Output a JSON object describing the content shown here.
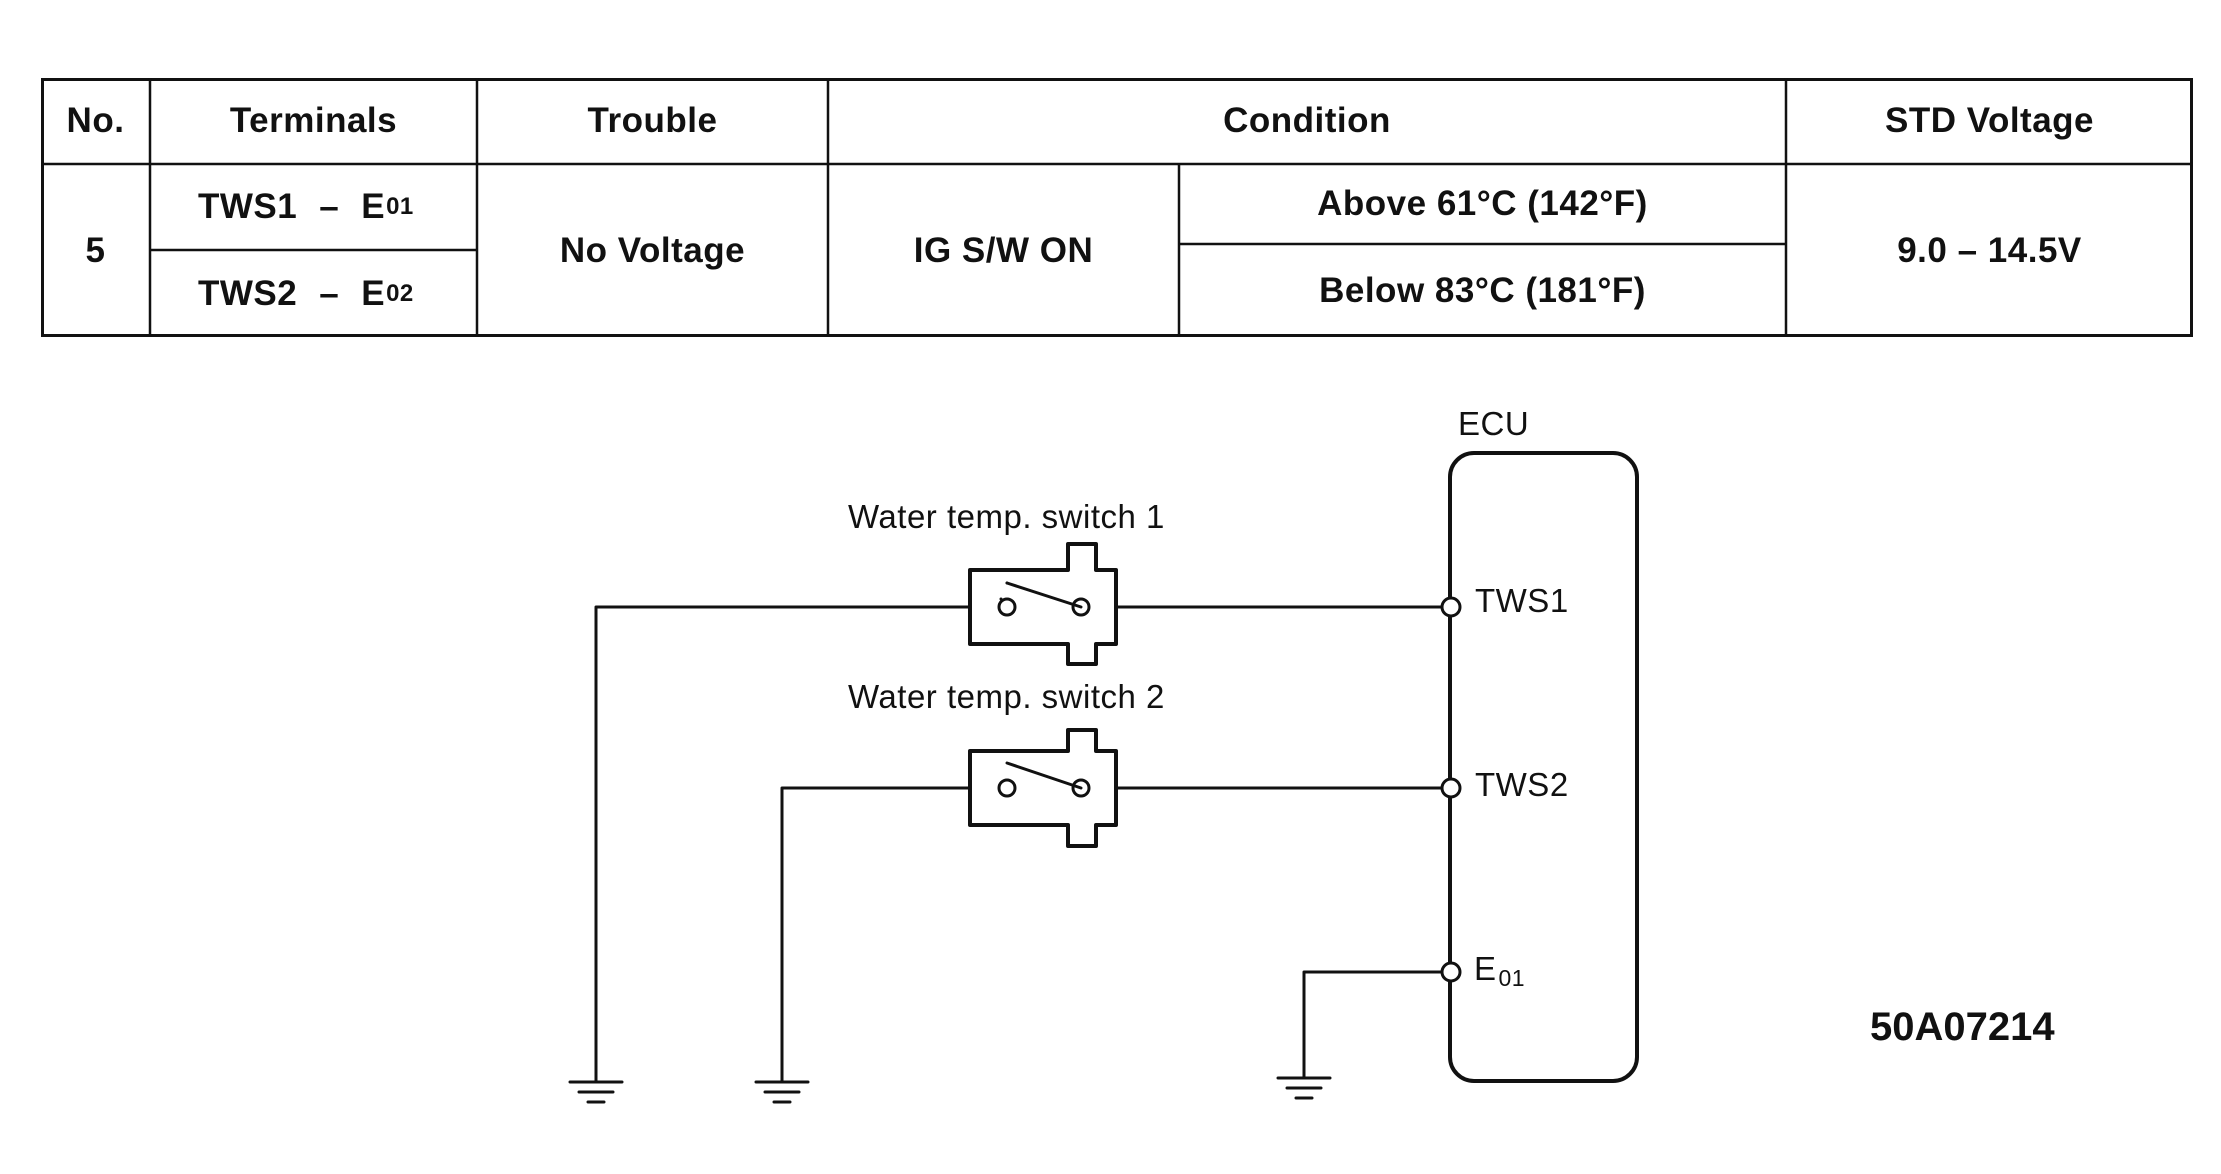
{
  "table": {
    "headers": {
      "no": "No.",
      "terminals": "Terminals",
      "trouble": "Trouble",
      "condition": "Condition",
      "std_voltage": "STD Voltage"
    },
    "row": {
      "no": "5",
      "terminal_1": {
        "name": "TWS1",
        "dash": "–",
        "ground": "E",
        "ground_sub": "01"
      },
      "terminal_2": {
        "name": "TWS2",
        "dash": "–",
        "ground": "E",
        "ground_sub": "02"
      },
      "trouble": "No Voltage",
      "condition_switch": "IG S/W ON",
      "condition_temp_1": "Above 61°C (142°F)",
      "condition_temp_2": "Below 83°C (181°F)",
      "std_voltage": "9.0 – 14.5V"
    }
  },
  "diagram": {
    "ecu_label": "ECU",
    "switch_1_label": "Water temp. switch 1",
    "switch_2_label": "Water temp. switch 2",
    "pin_tws1": "TWS1",
    "pin_tws2": "TWS2",
    "pin_e01": {
      "main": "E",
      "sub": "01"
    },
    "figure_code": "50A07214"
  }
}
